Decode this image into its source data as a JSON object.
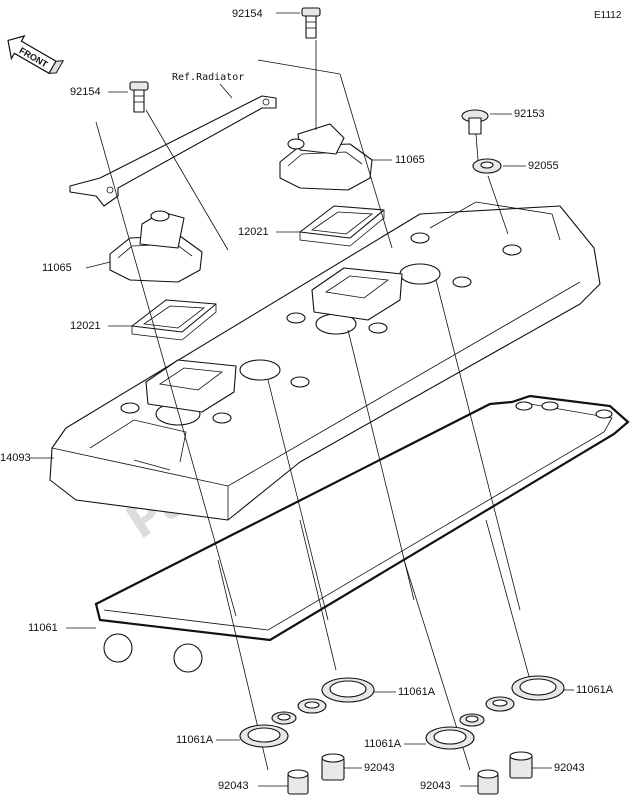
{
  "diagram_code": "E1112",
  "front_label": "FRONT",
  "reference_label": "Ref.Radiator",
  "watermark": "PartsRepublik",
  "callouts": {
    "c92154_top": "92154",
    "c92154_left": "92154",
    "c92153": "92153",
    "c92055": "92055",
    "c11065_right": "11065",
    "c11065_left": "11065",
    "c12021_right": "12021",
    "c12021_left": "12021",
    "c14093": "14093",
    "c11061": "11061",
    "c11061A_1": "11061A",
    "c11061A_2": "11061A",
    "c11061A_3": "11061A",
    "c11061A_4": "11061A",
    "c92043_1": "92043",
    "c92043_2": "92043",
    "c92043_3": "92043",
    "c92043_4": "92043"
  }
}
